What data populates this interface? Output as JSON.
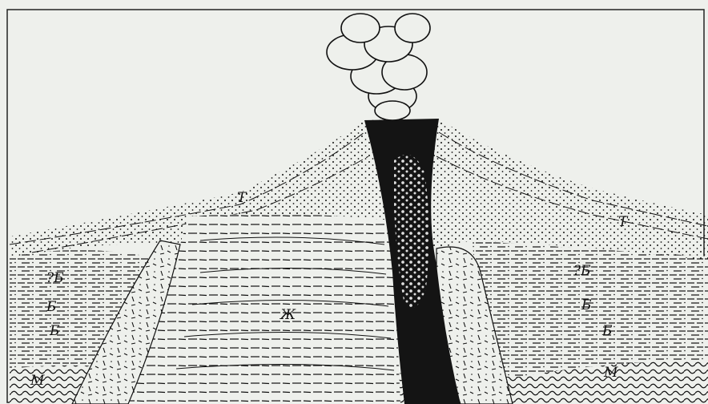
{
  "figure": {
    "labels": {
      "t_left": "Т",
      "t_right": "Т",
      "b_left_upper": "?Б",
      "b_left_mid": "Б",
      "b_left_low": "Б",
      "b_right_upper": "?Б",
      "b_right_mid": "Б",
      "b_right_low": "Б",
      "zh": "Ж",
      "m_left": "М",
      "m_right": "М"
    },
    "colors": {
      "ink": "#111111",
      "paper": "#eef0ec",
      "lava": "#141414"
    }
  }
}
